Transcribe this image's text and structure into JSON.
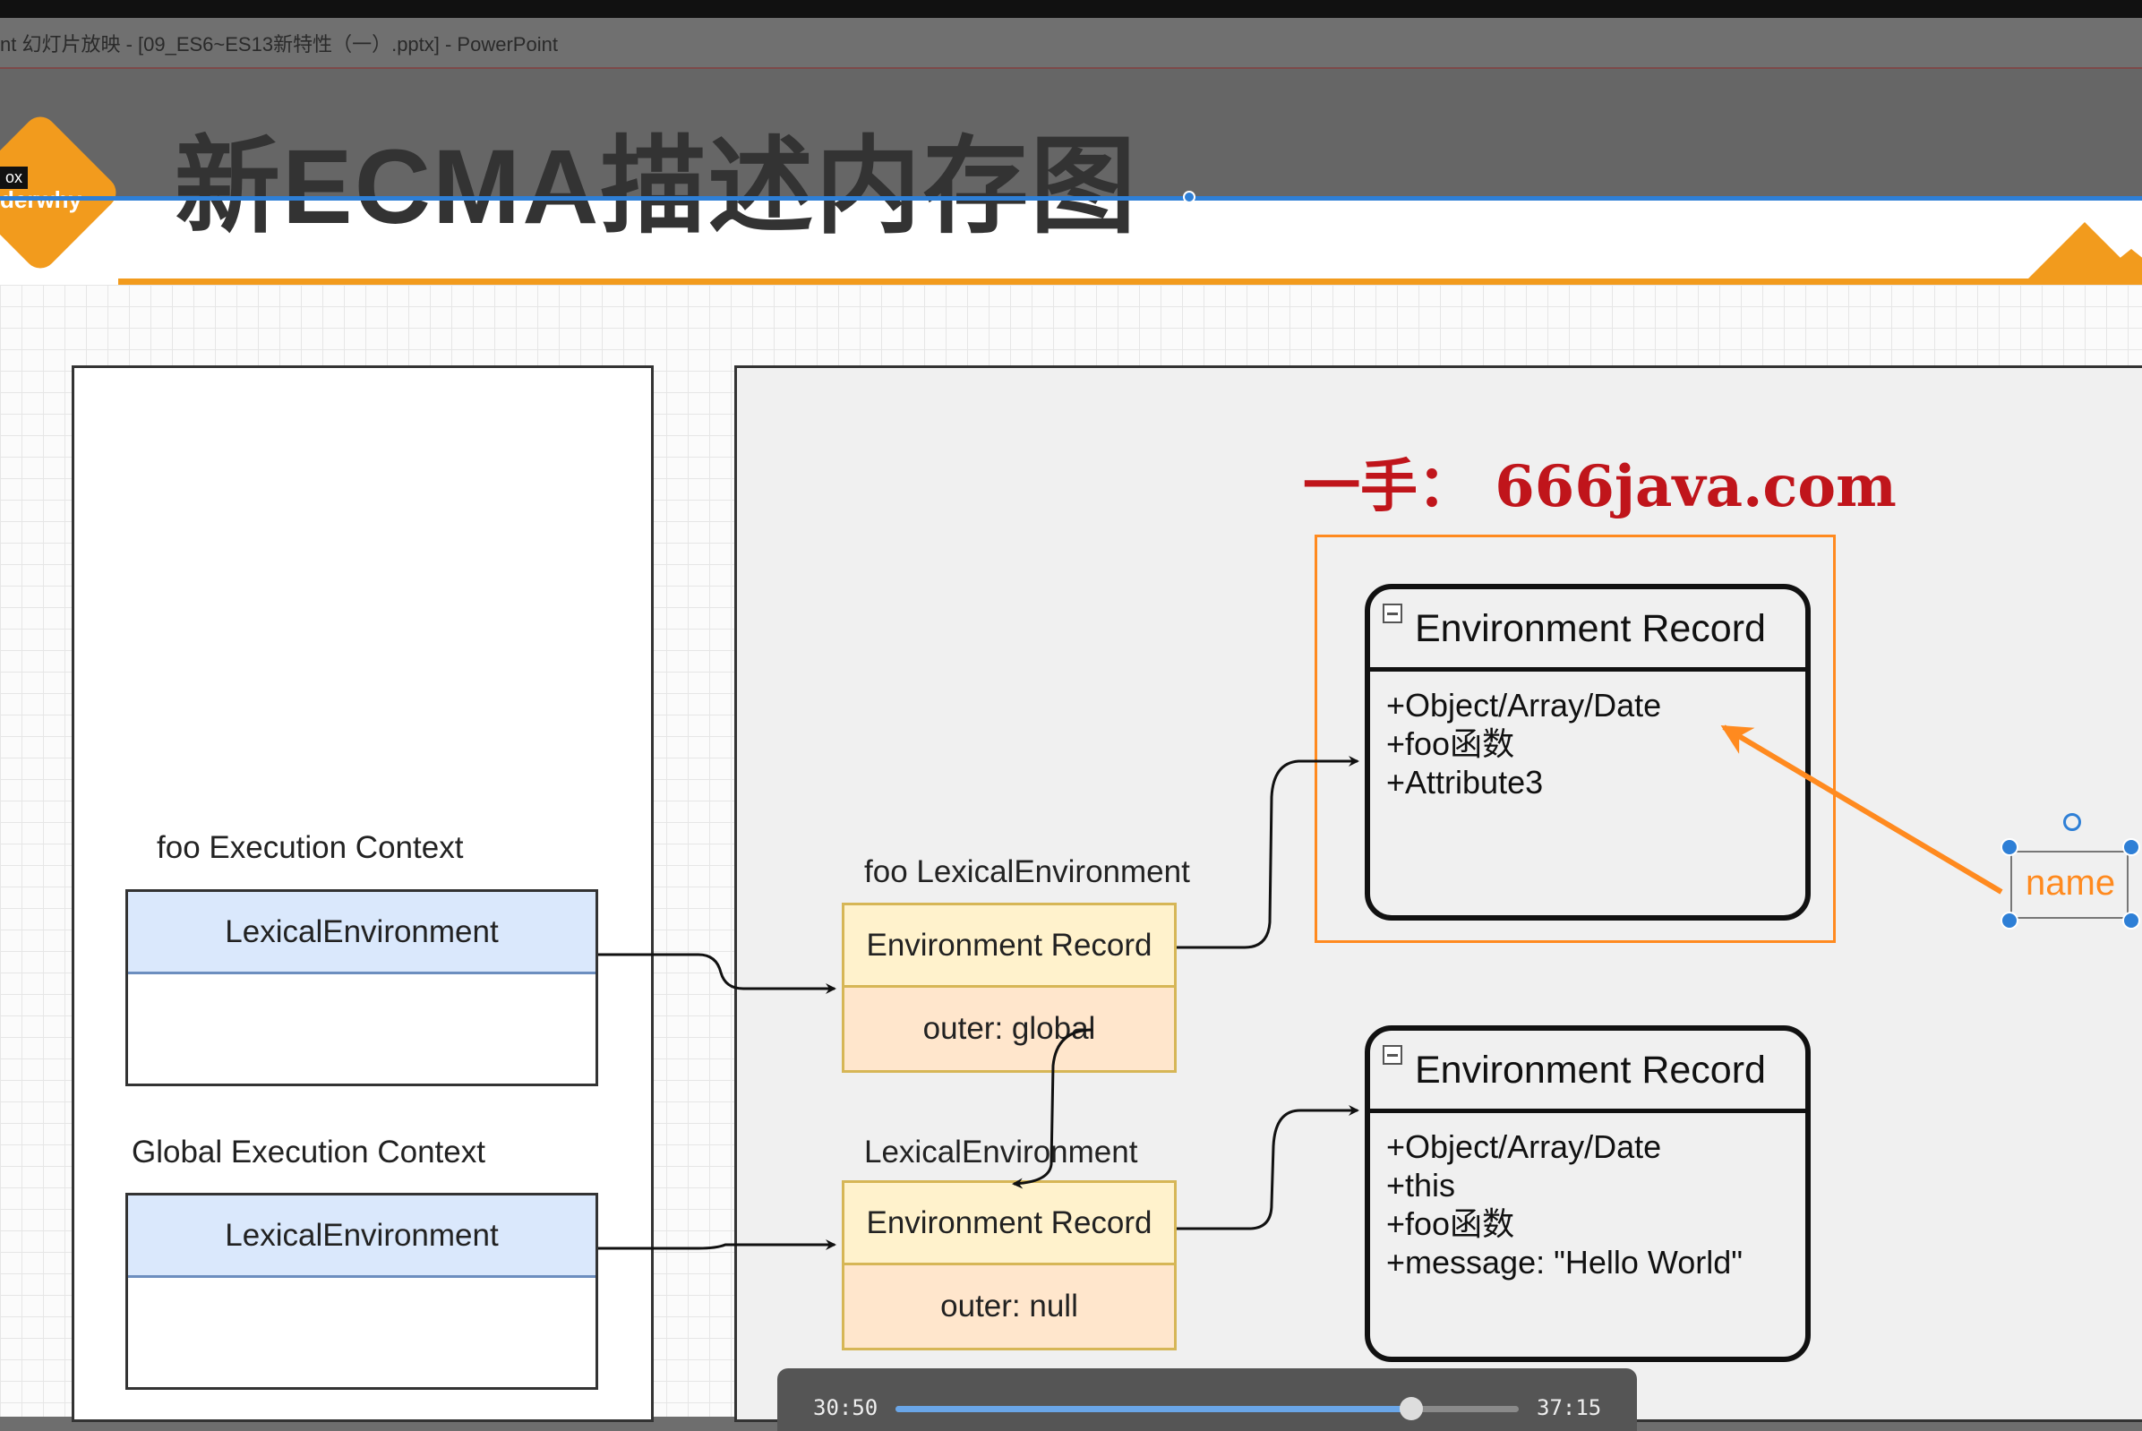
{
  "window": {
    "title": "nt 幻灯片放映 - [09_ES6~ES13新特性（一）.pptx] - PowerPoint"
  },
  "slide": {
    "title": "新ECMA描述内存图",
    "logo_text": "derwhy",
    "logo_tag": "ox",
    "brand_color": "#f29b1d"
  },
  "diagram": {
    "watermark": "一手：  666java.com",
    "foo_ec_label": "foo Execution Context",
    "foo_ec_lex": "LexicalEnvironment",
    "global_ec_label": "Global Execution Context",
    "global_ec_lex": "LexicalEnvironment",
    "foo_le_label": "foo LexicalEnvironment",
    "foo_le_record": "Environment Record",
    "foo_le_outer": "outer: global",
    "global_le_label": "LexicalEnvironment",
    "global_le_record": "Environment Record",
    "global_le_outer": "outer: null",
    "record1": {
      "title": "Environment Record",
      "items": [
        "+Object/Array/Date",
        "+foo函数",
        "+Attribute3"
      ]
    },
    "record2": {
      "title": "Environment Record",
      "items": [
        "+Object/Array/Date",
        "+this",
        "+foo函数",
        "+message: \"Hello World\""
      ]
    },
    "name_text": "name"
  },
  "player": {
    "current": "30:50",
    "total": "37:15",
    "progress": 0.828
  }
}
